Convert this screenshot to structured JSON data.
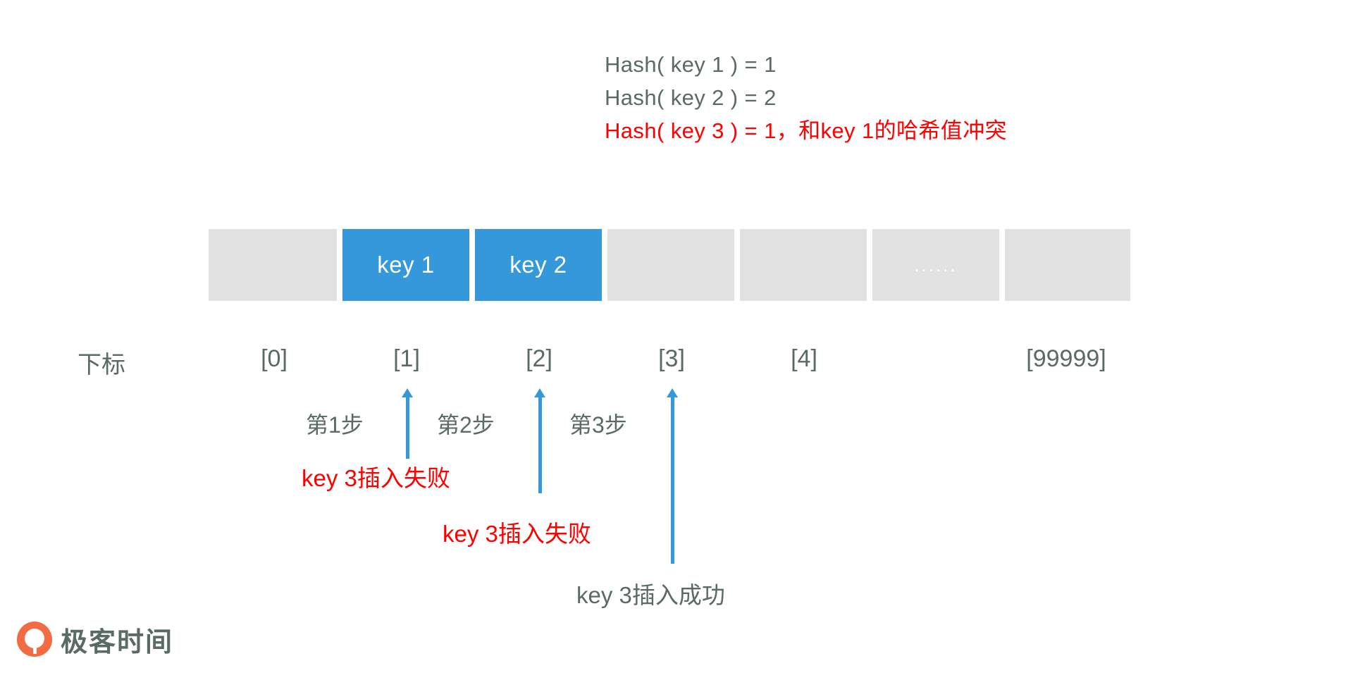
{
  "formulas": [
    {
      "text": "Hash( key 1 ) = 1",
      "accent": false
    },
    {
      "text": "Hash( key 2 ) = 2",
      "accent": false
    },
    {
      "text": "Hash( key 3 ) = 1，和key 1的哈希值冲突",
      "accent": true
    }
  ],
  "array": {
    "cells": [
      {
        "label": "",
        "filled": false
      },
      {
        "label": "key 1",
        "filled": true
      },
      {
        "label": "key 2",
        "filled": true
      },
      {
        "label": "",
        "filled": false
      },
      {
        "label": "",
        "filled": false
      },
      {
        "label": "......",
        "filled": false
      },
      {
        "label": "",
        "filled": false
      }
    ],
    "empty_color": "#e2e2e2",
    "filled_color": "#3498db"
  },
  "index_row": {
    "caption": "下标",
    "labels": [
      "[0]",
      "[1]",
      "[2]",
      "[3]",
      "[4]",
      "[99999]"
    ]
  },
  "steps": [
    {
      "label": "第1步"
    },
    {
      "label": "第2步"
    },
    {
      "label": "第3步"
    }
  ],
  "annotations": [
    {
      "text": "key 3插入失败",
      "color": "#ff0000"
    },
    {
      "text": "key 3插入失败",
      "color": "#ff0000"
    },
    {
      "text": "key 3插入成功",
      "color": "#5a6a66"
    }
  ],
  "arrows": {
    "color": "#3498db",
    "targets": [
      "[1]",
      "[2]",
      "[3]"
    ]
  },
  "logo": {
    "text": "极客时间",
    "mark_color": "#f26b43",
    "text_color": "#5a6a66"
  }
}
